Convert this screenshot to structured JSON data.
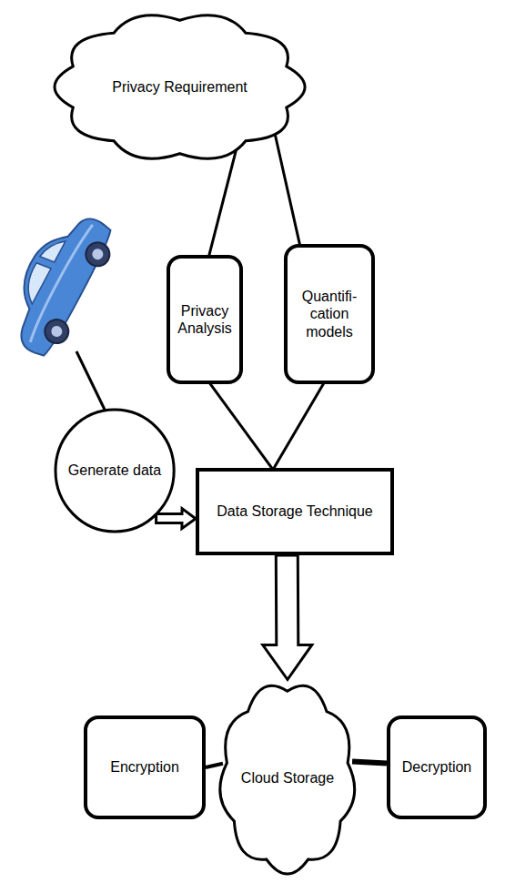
{
  "diagram": {
    "nodes": [
      {
        "text": [
          "Privacy Requirement"
        ]
      },
      {
        "text": [
          "Privacy Analysis"
        ]
      },
      {
        "text": [
          "Quantifi- cation models"
        ]
      },
      {
        "text": [
          "Generate data"
        ]
      },
      {
        "text": [
          "Data Storage Technique"
        ]
      },
      {
        "text": [
          "Cloud Storage"
        ]
      },
      {
        "text": [
          "Encryption"
        ]
      },
      {
        "text": [
          "Decryption"
        ]
      }
    ],
    "edges": [
      {
        "from": 0,
        "to": 1,
        "arrow": "none"
      },
      {
        "from": 0,
        "to": 2,
        "arrow": "none"
      },
      {
        "from": 1,
        "to": 4,
        "arrow": "none"
      },
      {
        "from": 2,
        "to": 4,
        "arrow": "none"
      },
      {
        "from": 3,
        "to": 4,
        "arrow": "to"
      },
      {
        "from": 4,
        "to": 5,
        "arrow": "to"
      },
      {
        "from": 6,
        "to": 5,
        "arrow": "none"
      },
      {
        "from": 5,
        "to": 7,
        "arrow": "none"
      }
    ]
  }
}
